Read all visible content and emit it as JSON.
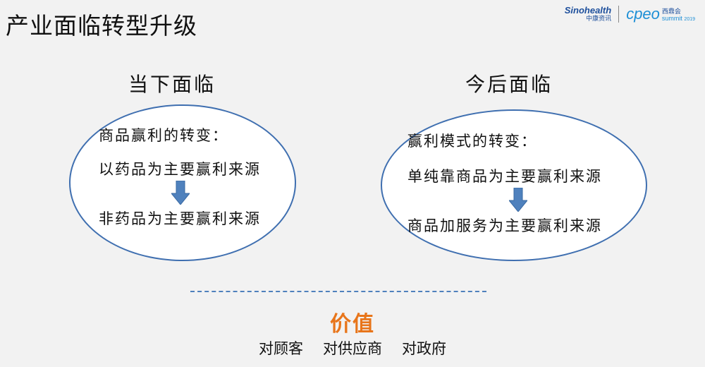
{
  "title": "产业面临转型升级",
  "logos": {
    "sinohealth_en": "Sinohealth",
    "sinohealth_cn": "中康资讯",
    "cpeo": "cpeo",
    "cpeo_cn": "西鼎会",
    "cpeo_sub": "summit",
    "cpeo_year": "2019"
  },
  "left": {
    "heading": "当下面临",
    "lines": [
      "商品赢利的转变：",
      "以药品为主要赢利来源",
      "非药品为主要赢利来源"
    ]
  },
  "right": {
    "heading": "今后面临",
    "lines": [
      "赢利模式的转变：",
      "单纯靠商品为主要赢利来源",
      "商品加服务为主要赢利来源"
    ]
  },
  "value": {
    "title": "价值",
    "targets": [
      "对顾客",
      "对供应商",
      "对政府"
    ]
  },
  "colors": {
    "oval_border": "#3f6fb0",
    "arrow": "#4f81bd",
    "value_title": "#e8751a",
    "dashed_line": "#4f81bd"
  }
}
